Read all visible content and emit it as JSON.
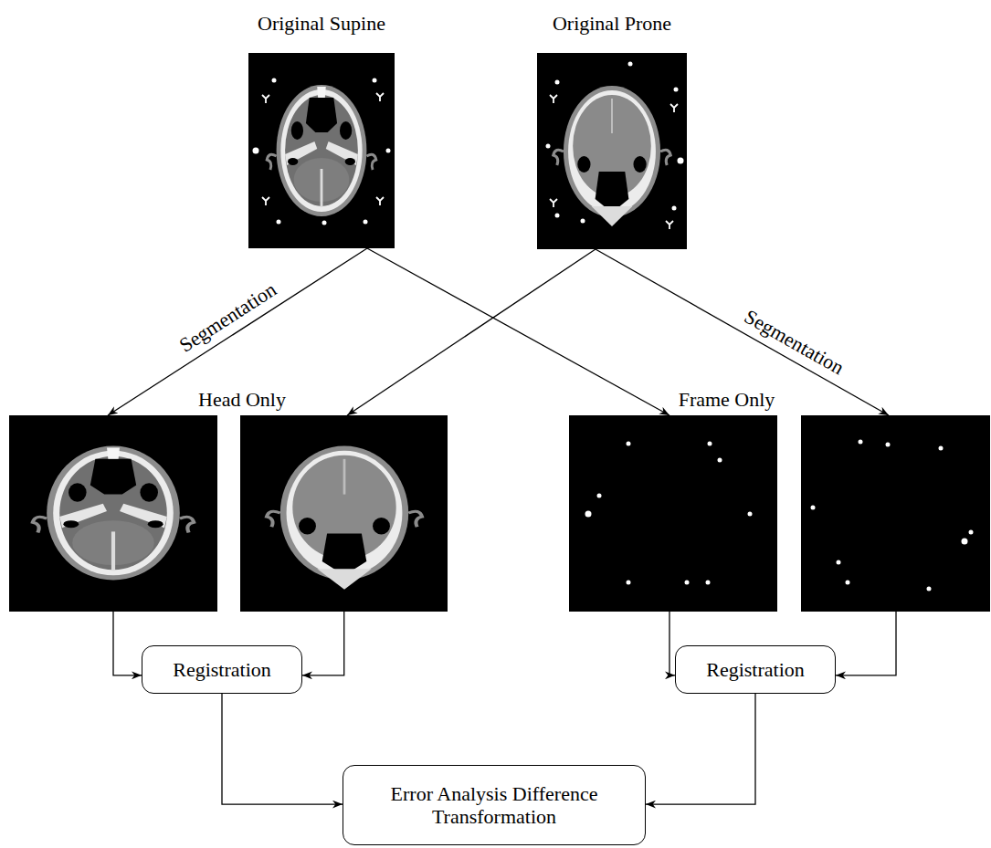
{
  "diagram": {
    "nodes": [
      {
        "text": [
          "Original Supine"
        ]
      },
      {
        "text": [
          "Original Prone"
        ]
      },
      {
        "text": [
          "Head Only"
        ]
      },
      {
        "text": [
          "Frame Only"
        ]
      },
      {
        "text": [
          "Registration"
        ]
      },
      {
        "text": [
          "Registration"
        ]
      },
      {
        "text": [
          "Error Analysis Difference Transformation"
        ]
      }
    ],
    "edges": [
      {
        "from": 0,
        "to": 2,
        "label": "Segmentation",
        "arrow": "to"
      },
      {
        "from": 0,
        "to": 3,
        "arrow": "to"
      },
      {
        "from": 1,
        "to": 2,
        "arrow": "to"
      },
      {
        "from": 1,
        "to": 3,
        "label": "Segmentation",
        "arrow": "to"
      },
      {
        "from": 2,
        "to": 4,
        "arrow": "to"
      },
      {
        "from": 2,
        "to": 4,
        "arrow": "to"
      },
      {
        "from": 3,
        "to": 5,
        "arrow": "to"
      },
      {
        "from": 3,
        "to": 5,
        "arrow": "to"
      },
      {
        "from": 4,
        "to": 6,
        "arrow": "to"
      },
      {
        "from": 5,
        "to": 6,
        "arrow": "to"
      }
    ]
  }
}
